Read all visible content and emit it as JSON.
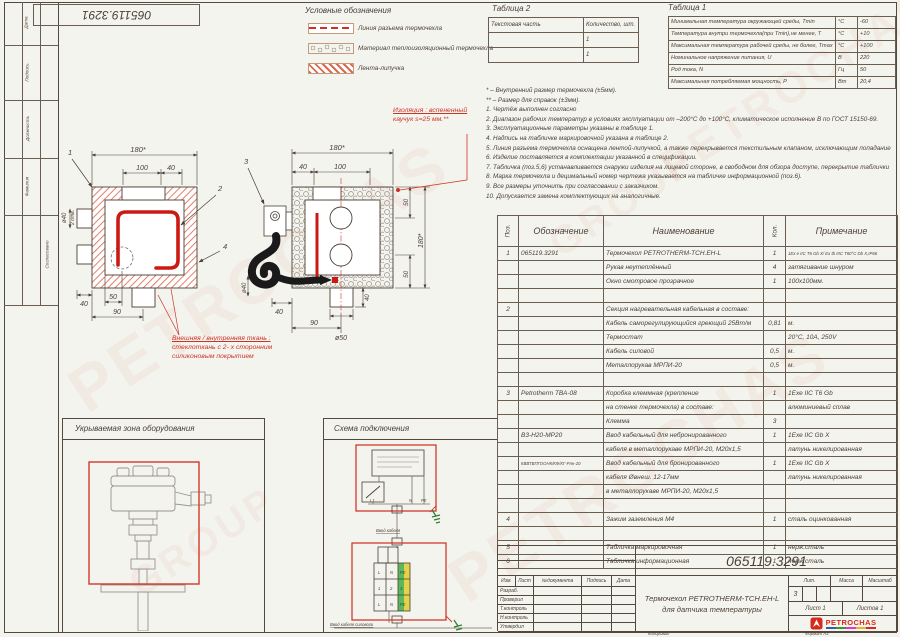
{
  "stamp_top_left": "065119.3291",
  "side_labels": {
    "date": "Дата",
    "sign": "Подпись",
    "position": "Должность",
    "name": "Фамилия",
    "agreed": "Согласовано"
  },
  "legend": {
    "title": "Условные обозначения",
    "items": [
      {
        "symbol": "split-line-symbol",
        "label": "Линия разъема термочехла"
      },
      {
        "symbol": "insulation-symbol",
        "label": "Материал теплоизоляционный термочехла"
      },
      {
        "symbol": "velcro-symbol",
        "label": "Лента-липучка"
      }
    ]
  },
  "table2": {
    "title": "Таблица 2",
    "headers": [
      "Текстовая часть",
      "Количество, шт."
    ],
    "rows": [
      [
        "",
        "1"
      ],
      [
        "",
        "1"
      ]
    ]
  },
  "table1": {
    "title": "Таблица 1",
    "rows": [
      [
        "Минимальная температура окружающей среды, Tmin",
        "°С",
        "-60"
      ],
      [
        "Температура внутри термочехла(при Tmin),не менее, T",
        "°С",
        "+10"
      ],
      [
        "Максимальная температура рабочей среды, не более, Tmax",
        "°С",
        "+100"
      ],
      [
        "Номинальное напряжение питания, U",
        "В",
        "220"
      ],
      [
        "Род тока, N",
        "Гц",
        "50"
      ],
      [
        "Максимальная потребляемая мощность, P",
        "Вт",
        "20,4"
      ]
    ]
  },
  "notes": [
    "*  – Внутренний размер термочехла (±5мм).",
    "** – Размер для справок (±3мм).",
    "1. Чертёж выполнен согласно",
    "2. Диапазон рабочих температур в условиях эксплуатации от –200°С до +100°С, климатическое исполнение В по ГОСТ 15150-69.",
    "3. Эксплуатационные параметры указаны в таблице 1.",
    "4. Надпись на табличке маркировочной указана в таблице 2.",
    "5. Линия разъема термочехла оснащена лентой-липучкой, а также перекрывается текстильным клапаном, исключающим попадание",
    "6. Изделие поставляется в комплектации указанной в спецификации.",
    "7. Табличка (поз.5,6) устанавливается снаружи изделия на лицевой стороне, в свободном для обзора доступе, перекрытие таблички",
    "8. Марка термочехла и децимальный номер чертежа указывается на табличке информационной (поз.6).",
    "9. Все размеры уточнить при согласовании с заказчиком.",
    "10.   Допускается замена комплектующих на аналогичные."
  ],
  "annotations": {
    "insulation_line1": "Изоляция : вспененный",
    "insulation_line2": "каучук  s=25 мм.**",
    "fabric_line1": "Внешняя / внутренняя ткань :",
    "fabric_line2": "стеклоткань с  2- х сторонним",
    "fabric_line3": "силиконовым покрытием"
  },
  "view1": {
    "callout1": "1",
    "callout2": "2",
    "callout4": "4",
    "dim_180": "180*",
    "dim_100": "100",
    "dim_40_top": "40",
    "dim_d40": "ø40",
    "dim_2otv": "2 отв.",
    "dim_40_bot": "40",
    "dim_50": "50",
    "dim_90": "90"
  },
  "view2": {
    "callout3": "3",
    "dim_180": "180*",
    "dim_40_top": "40",
    "dim_100": "100",
    "dim_50_a": "50",
    "dim_180_r": "180*",
    "dim_50_b": "50",
    "dim_d40": "ø40",
    "dim_40_left": "40",
    "dim_90": "90",
    "dim_d50": "ø50",
    "dim_40_right": "40"
  },
  "panels": {
    "zone_title": "Укрываемая зона оборудования",
    "schema_title": "Схема подключения"
  },
  "schema": {
    "bus_labels": [
      "L1",
      "N",
      "PE"
    ],
    "terminal_rows": [
      [
        "L",
        "N",
        "PE"
      ],
      [
        "1",
        "2",
        "3"
      ],
      [
        "L",
        "N",
        "PE"
      ]
    ],
    "cable_in": "Ввод кабеля",
    "cable_power": "Ввод кабеля силового"
  },
  "spec_table": {
    "headers": [
      "Поз.",
      "Обозначение",
      "Наименование",
      "Кол.",
      "Примечание"
    ],
    "rows": [
      [
        "1",
        "065119.3291",
        "Термочехол PETROTHERM-TCH.EH-L",
        "1",
        "1Ex e IIC T6 Gb X/ Ex tb IIIC T80°C Db X,IP66"
      ],
      [
        "",
        "",
        "Рукав неутеплённый",
        "4",
        "затягивание шнуром"
      ],
      [
        "",
        "",
        "Окно смотровое прозрачное",
        "1",
        "100х100мм."
      ],
      [
        "",
        "",
        "",
        "",
        ""
      ],
      [
        "2",
        "",
        "Секция нагревательная кабельная в составе:",
        "",
        ""
      ],
      [
        "",
        "",
        "Кабель саморегулирующийся греющий 25Вт/м",
        "0,81",
        "м."
      ],
      [
        "",
        "",
        "Термостат",
        "",
        "20°С, 10А, 250V"
      ],
      [
        "",
        "",
        "Кабель силовой",
        "0,5",
        "м."
      ],
      [
        "",
        "",
        "Металлорукав МРПИ-20",
        "0,5",
        "м."
      ],
      [
        "",
        "",
        "",
        "",
        ""
      ],
      [
        "3",
        "Petrotherm ТВА-08",
        "Коробка клеммная (крепление",
        "1",
        "1Ехе IIC Т6 Gb"
      ],
      [
        "",
        "",
        "на стенке термочехла) в составе:",
        "",
        "алюминиевый сплав"
      ],
      [
        "",
        "",
        "Клемма",
        "3",
        ""
      ],
      [
        "",
        "В3-Н20-МР20",
        "Ввод кабельный для небронированного",
        "1",
        "1Ехе IIC Gb X"
      ],
      [
        "",
        "",
        "кабеля в металлорукаве МРПИ-20, М20х1,5",
        "",
        "латунь никелированная"
      ],
      [
        "",
        "КВВТВПГООНК/КФ/КГ-Рлн-20",
        "Ввод кабельный для бронированного",
        "1",
        "1Ехе IIC Gb X"
      ],
      [
        "",
        "",
        "кабеля Øвнеш. 12-17мм",
        "",
        "латунь никелированная"
      ],
      [
        "",
        "",
        "в металлорукаве МРПИ-20, М20х1,5",
        "",
        ""
      ],
      [
        "",
        "",
        "",
        "",
        ""
      ],
      [
        "4",
        "",
        "Зажим заземления М4",
        "1",
        "сталь оцинкованная"
      ],
      [
        "",
        "",
        "",
        "",
        ""
      ],
      [
        "5",
        "",
        "Табличка маркировочная",
        "1",
        "нерж.сталь"
      ],
      [
        "6",
        "",
        "Табличка информационная",
        "1",
        "нерж.сталь"
      ]
    ]
  },
  "title_block": {
    "doc_number": "065119.3291",
    "title_line1": "Термочехол PETROTHERM-TCH.EH-L",
    "title_line2": "для датчика температуры",
    "header_cols": [
      "Изм.",
      "Лист",
      "№документа",
      "Подпись",
      "Дата"
    ],
    "row_labels": [
      "Разраб.",
      "Проверил",
      "Т.контроль",
      "Н.контроль",
      "Утвердил"
    ],
    "lit_label": "Лит.",
    "massa_label": "Масса",
    "masshtab_label": "Масштаб",
    "lit_value": "3",
    "sheet": "Лист 1",
    "sheets": "Листов  1",
    "logo_text": "PETROCHAS",
    "footer_copy": "Копировал",
    "footer_format": "Формат А3"
  },
  "watermark": {
    "text1": "PETROCHAS",
    "text2": "GROUP"
  },
  "colors": {
    "line": "#55483c",
    "red": "#cc3226",
    "cable": "#cb1a12",
    "green": "#2e7d32",
    "yellow": "#e3d34b",
    "logo": "#d42b1e"
  }
}
